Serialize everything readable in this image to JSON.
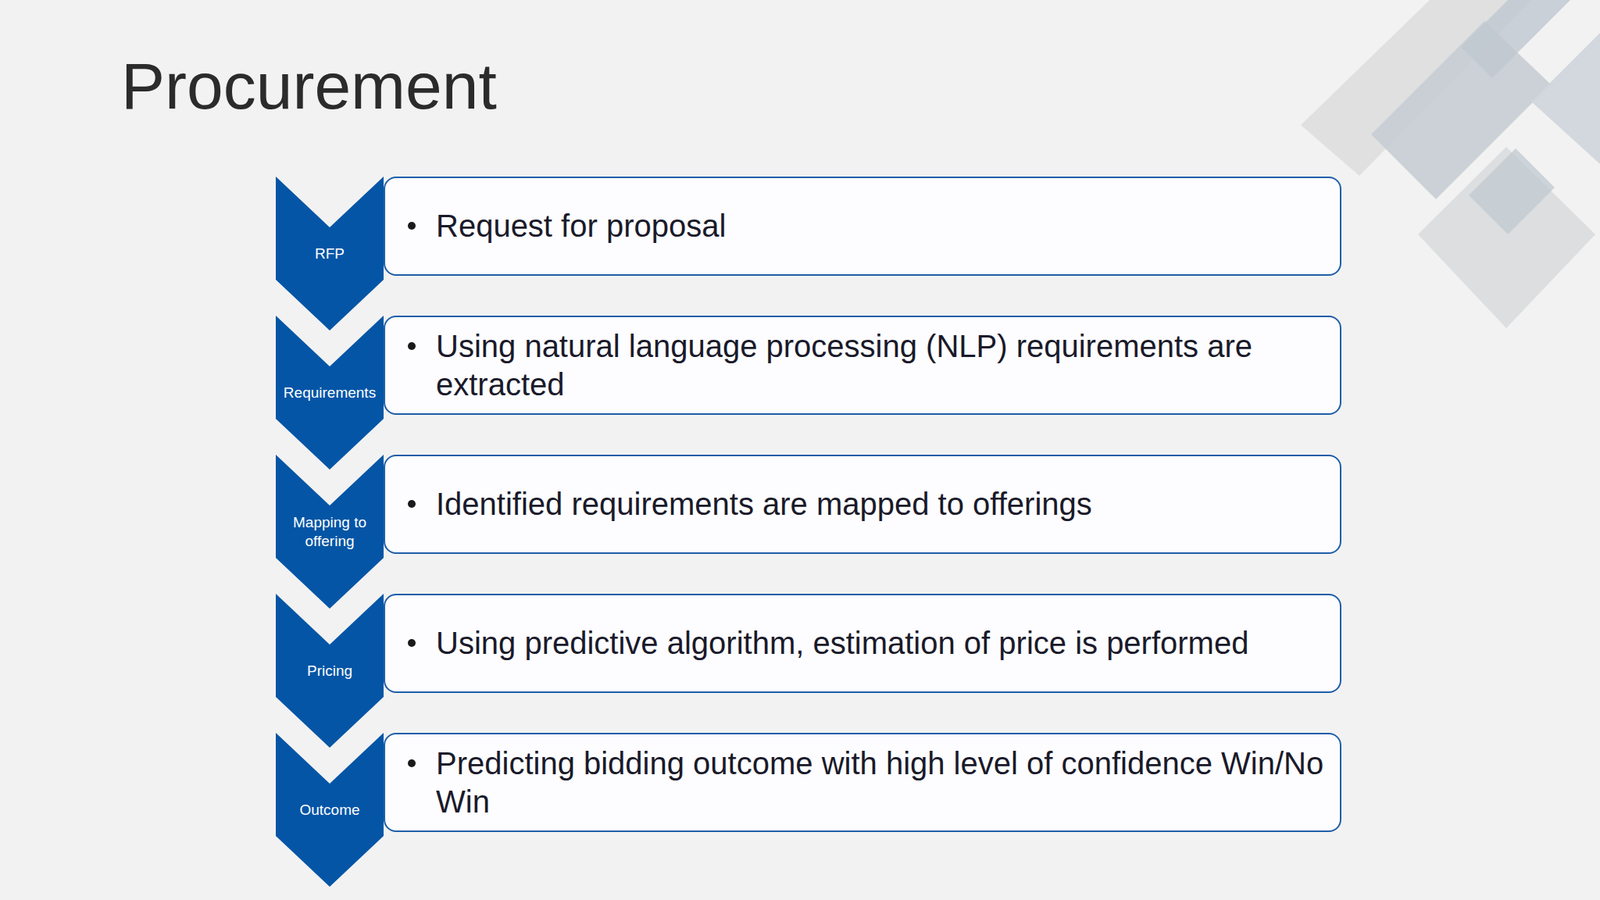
{
  "diagram": {
    "title": "Procurement",
    "nodes": [
      {
        "text": [
          "RFP"
        ]
      },
      {
        "text": [
          "Request for proposal"
        ]
      },
      {
        "text": [
          "Requirements"
        ]
      },
      {
        "text": [
          "Using natural language processing (NLP) requirements are extracted"
        ]
      },
      {
        "text": [
          "Mapping to offering"
        ]
      },
      {
        "text": [
          "Identified requirements are mapped to offerings"
        ]
      },
      {
        "text": [
          "Pricing"
        ]
      },
      {
        "text": [
          "Using predictive algorithm, estimation of price is performed"
        ]
      },
      {
        "text": [
          "Outcome"
        ]
      },
      {
        "text": [
          "Predicting bidding outcome with high level of confidence Win/No Win"
        ]
      }
    ]
  }
}
